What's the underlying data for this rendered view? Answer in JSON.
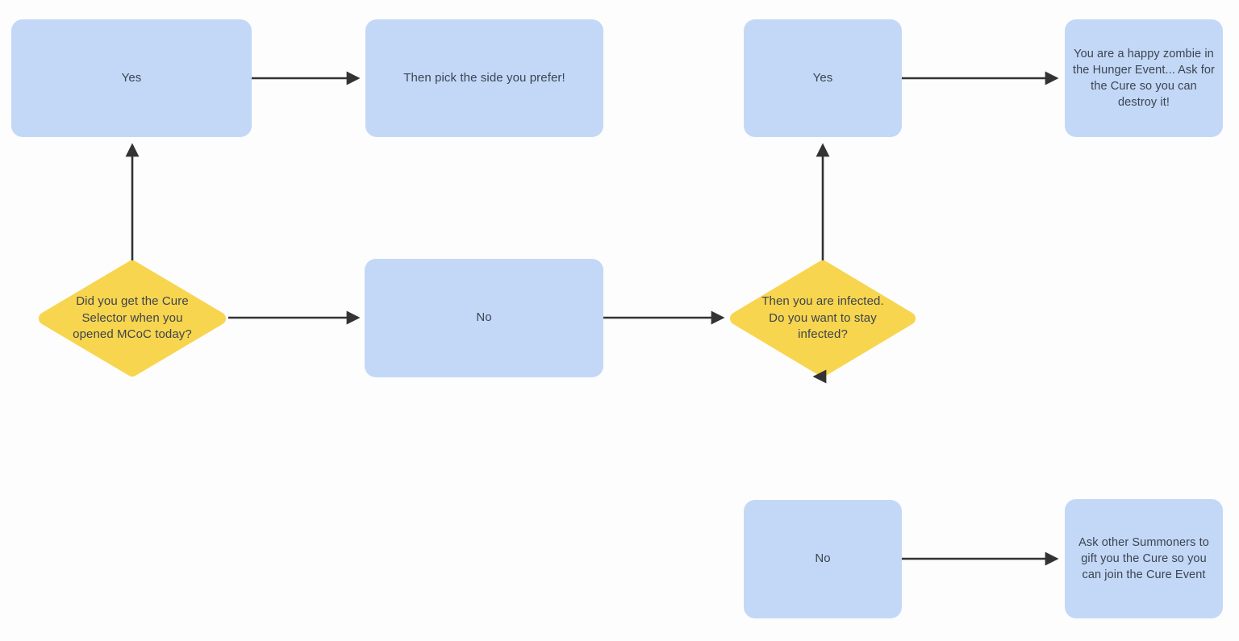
{
  "diagram": {
    "type": "flowchart",
    "background": "#fdfdfd",
    "colors": {
      "process_fill": "#c3d8f7",
      "decision_fill": "#f8d54e",
      "arrow": "#333333",
      "text": "#3b4450"
    },
    "nodes": [
      {
        "id": "q-cure-selector",
        "type": "decision",
        "label": "Did you get the Cure Selector when you opened MCoC today?"
      },
      {
        "id": "yes-left",
        "type": "process",
        "label": "Yes"
      },
      {
        "id": "pick-side",
        "type": "process",
        "label": "Then pick the side you prefer!"
      },
      {
        "id": "no-middle",
        "type": "process",
        "label": "No"
      },
      {
        "id": "q-infected",
        "type": "decision",
        "label": "Then you are infected. Do you want to stay infected?"
      },
      {
        "id": "yes-right",
        "type": "process",
        "label": "Yes"
      },
      {
        "id": "happy-zombie",
        "type": "process",
        "label": "You are a happy zombie in the Hunger Event... Ask for the Cure so you can destroy it!"
      },
      {
        "id": "no-bottom",
        "type": "process",
        "label": "No"
      },
      {
        "id": "ask-gift",
        "type": "process",
        "label": "Ask other Summoners to gift you the Cure so you can join the Cure Event"
      }
    ],
    "edges": [
      {
        "from": "q-cure-selector",
        "to": "yes-left",
        "direction": "up"
      },
      {
        "from": "yes-left",
        "to": "pick-side",
        "direction": "right"
      },
      {
        "from": "q-cure-selector",
        "to": "no-middle",
        "direction": "right"
      },
      {
        "from": "no-middle",
        "to": "q-infected",
        "direction": "right"
      },
      {
        "from": "q-infected",
        "to": "yes-right",
        "direction": "up"
      },
      {
        "from": "yes-right",
        "to": "happy-zombie",
        "direction": "right"
      },
      {
        "from": "q-infected",
        "to": "no-bottom",
        "direction": "down"
      },
      {
        "from": "no-bottom",
        "to": "ask-gift",
        "direction": "right"
      }
    ]
  }
}
